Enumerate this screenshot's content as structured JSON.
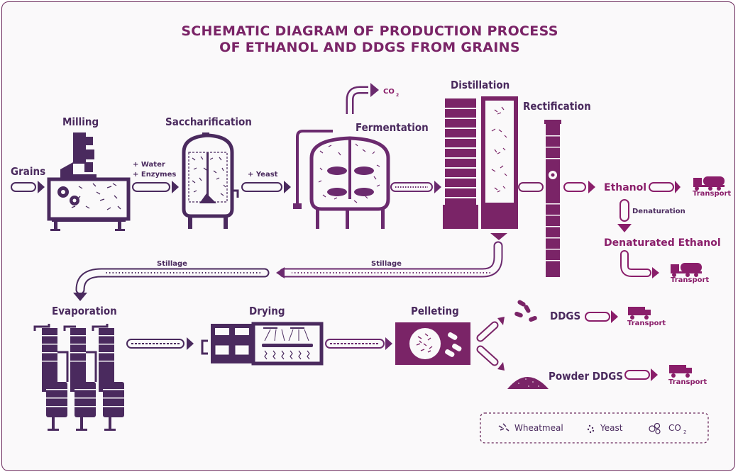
{
  "title": {
    "line1": "SCHEMATIC DIAGRAM OF PRODUCTION PROCESS",
    "line2": "OF ETHANOL AND DDGS FROM GRAINS"
  },
  "stages": {
    "grains": "Grains",
    "milling": "Milling",
    "saccharification": "Saccharification",
    "fermentation": "Fermentation",
    "distillation": "Distillation",
    "rectification": "Rectification",
    "ethanol": "Ethanol",
    "denatured_ethanol": "Denaturated Ethanol",
    "evaporation": "Evaporation",
    "drying": "Drying",
    "pelleting": "Pelleting",
    "ddgs": "DDGS",
    "powder_ddgs": "Powder DDGS"
  },
  "annotations": {
    "water": "+ Water",
    "enzymes": "+ Enzymes",
    "yeast": "+ Yeast",
    "co2": "CO",
    "co2_sub": "2",
    "stillage_right": "Stillage",
    "stillage_left": "Stillage",
    "denaturation": "Denaturation",
    "transport": "Transport"
  },
  "legend": {
    "wheatmeal": "Wheatmeal",
    "yeast": "Yeast",
    "co2": "CO",
    "co2_sub": "2"
  },
  "colors": {
    "dark": "#4a2a5e",
    "magenta": "#8a1e6a",
    "mid": "#6b2a6e",
    "frame": "#6b2a5c",
    "background": "#faf9fa"
  }
}
